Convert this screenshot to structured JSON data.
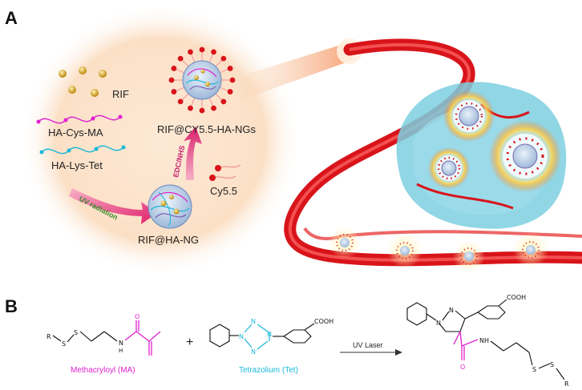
{
  "panels": {
    "a": "A",
    "b": "B"
  },
  "panel_a": {
    "rif": "RIF",
    "ha_cys_ma": "HA-Cys-MA",
    "ha_lys_tet": "HA-Lys-Tet",
    "uv_radiation": "UV radiation",
    "rif_ha_ng": "RIF@HA-NG",
    "edc_nhs": "EDC/NHS",
    "cy55": "Cy5.5",
    "rif_cy55_ha_ngs": "RIF@CY5.5-HA-NGs"
  },
  "panel_b": {
    "r_left": "R",
    "s1": "S",
    "s2": "S",
    "o_ma": "O",
    "nh_ma": "N",
    "h_ma": "H",
    "plus": "+",
    "ma_label": "Methacryloyl (MA)",
    "tet_n1": "N",
    "tet_n2": "N",
    "tet_n3": "N",
    "tet_n4": "N",
    "cooh_tet": "COOH",
    "tet_label": "Tetrazolium (Tet)",
    "arrow_label": "UV Laser",
    "prod_n1": "N",
    "prod_n2": "N",
    "cooh_prod": "COOH",
    "prod_o": "O",
    "prod_nh": "NH",
    "prod_s1": "S",
    "prod_s2": "S",
    "r_right": "R"
  },
  "colors": {
    "magenta": "#e020d0",
    "cyan": "#18b8d8",
    "vessel_red": "#d8141a",
    "tumor_blue": "#7ccfe0",
    "glow": "#fbe3c8"
  }
}
